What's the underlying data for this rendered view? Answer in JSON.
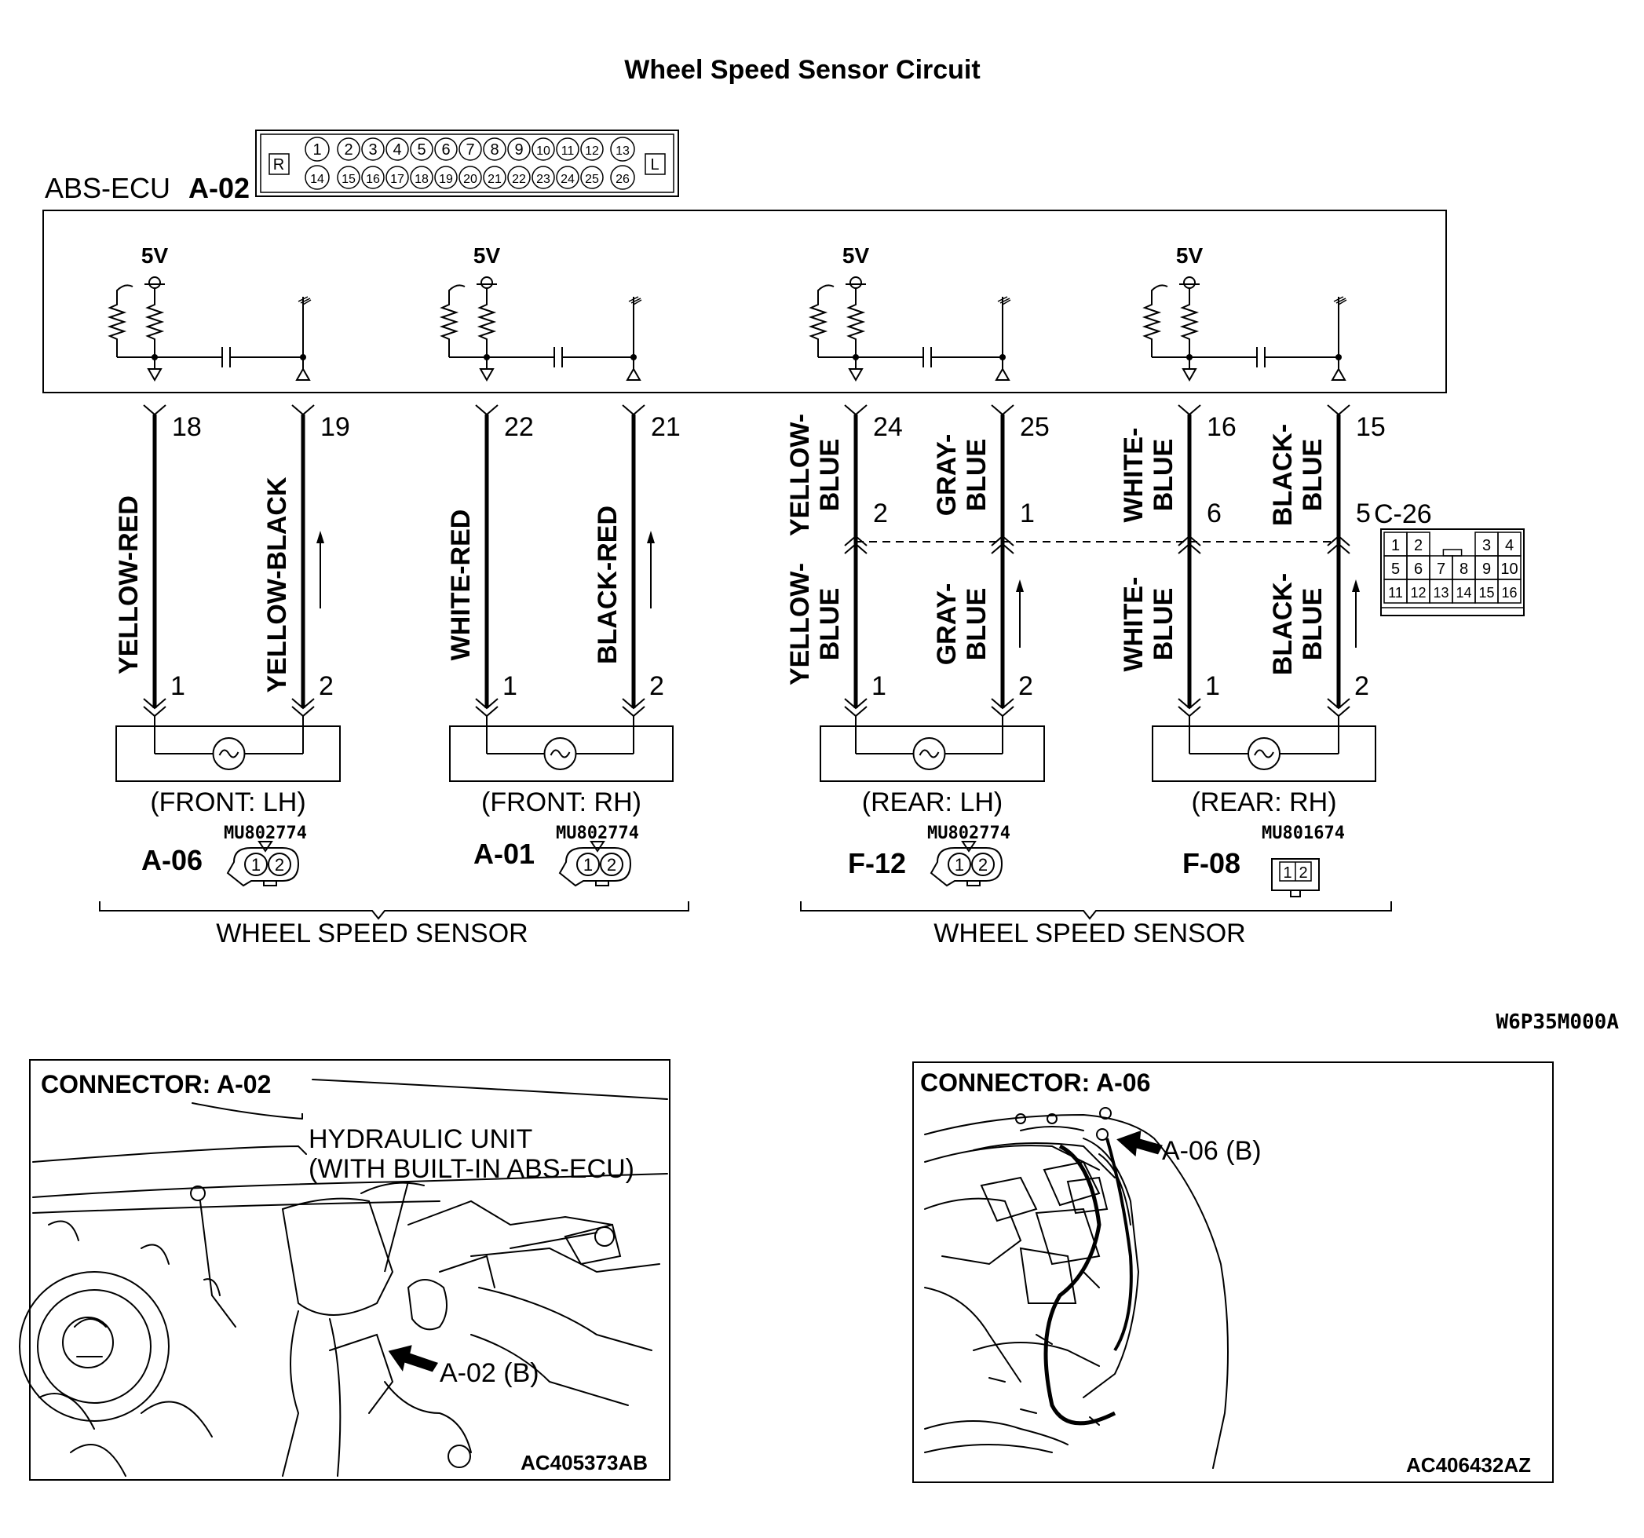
{
  "title": "Wheel Speed Sensor Circuit",
  "ecu": {
    "label": "ABS-ECU",
    "connector": "A-02",
    "pins_top": [
      "1",
      "2",
      "3",
      "4",
      "5",
      "6",
      "7",
      "8",
      "9",
      "10",
      "11",
      "12",
      "13"
    ],
    "pins_bottom": [
      "14",
      "15",
      "16",
      "17",
      "18",
      "19",
      "20",
      "21",
      "22",
      "23",
      "24",
      "25",
      "26"
    ],
    "side_r": "R",
    "side_l": "L",
    "voltage": "5V"
  },
  "circuits": [
    {
      "name": "(FRONT: LH)",
      "connector": "A-06",
      "part": "MU802774",
      "wires": [
        {
          "ecu_pin": "18",
          "color": "YELLOW-RED",
          "sensor_pin": "1"
        },
        {
          "ecu_pin": "19",
          "color": "YELLOW-BLACK",
          "sensor_pin": "2"
        }
      ]
    },
    {
      "name": "(FRONT: RH)",
      "connector": "A-01",
      "part": "MU802774",
      "wires": [
        {
          "ecu_pin": "22",
          "color": "WHITE-RED",
          "sensor_pin": "1"
        },
        {
          "ecu_pin": "21",
          "color": "BLACK-RED",
          "sensor_pin": "2"
        }
      ]
    },
    {
      "name": "(REAR: LH)",
      "connector": "F-12",
      "part": "MU802774",
      "wires": [
        {
          "ecu_pin": "24",
          "upper_color_1": "YELLOW-",
          "upper_color_2": "BLUE",
          "mid_pin": "2",
          "lower_color_1": "YELLOW-",
          "lower_color_2": "BLUE",
          "sensor_pin": "1"
        },
        {
          "ecu_pin": "25",
          "upper_color_1": "GRAY-",
          "upper_color_2": "BLUE",
          "mid_pin": "1",
          "lower_color_1": "GRAY-",
          "lower_color_2": "BLUE",
          "sensor_pin": "2"
        }
      ]
    },
    {
      "name": "(REAR: RH)",
      "connector": "F-08",
      "part": "MU801674",
      "wires": [
        {
          "ecu_pin": "16",
          "upper_color_1": "WHITE-",
          "upper_color_2": "BLUE",
          "mid_pin": "6",
          "lower_color_1": "WHITE-",
          "lower_color_2": "BLUE",
          "sensor_pin": "1"
        },
        {
          "ecu_pin": "15",
          "upper_color_1": "BLACK-",
          "upper_color_2": "BLUE",
          "mid_pin": "5",
          "lower_color_1": "BLACK-",
          "lower_color_2": "BLUE",
          "sensor_pin": "2"
        }
      ]
    }
  ],
  "joint_connector": {
    "label": "C-26",
    "row1": [
      "1",
      "2",
      "",
      "3",
      "4"
    ],
    "row2": [
      "5",
      "6",
      "7",
      "8",
      "9",
      "10"
    ],
    "row3": [
      "11",
      "12",
      "13",
      "14",
      "15",
      "16"
    ]
  },
  "sensor_pins": [
    "1",
    "2"
  ],
  "group_labels": [
    "WHEEL SPEED SENSOR",
    "WHEEL SPEED SENSOR"
  ],
  "diagram_code": "W6P35M000A",
  "connector_views": [
    {
      "title": "CONNECTOR: A-02",
      "callout_1": "HYDRAULIC UNIT",
      "callout_2": "(WITH BUILT-IN ABS-ECU)",
      "arrow_label": "A-02 (B)",
      "code": "AC405373AB"
    },
    {
      "title": "CONNECTOR: A-06",
      "arrow_label": "A-06 (B)",
      "code": "AC406432AZ"
    }
  ]
}
